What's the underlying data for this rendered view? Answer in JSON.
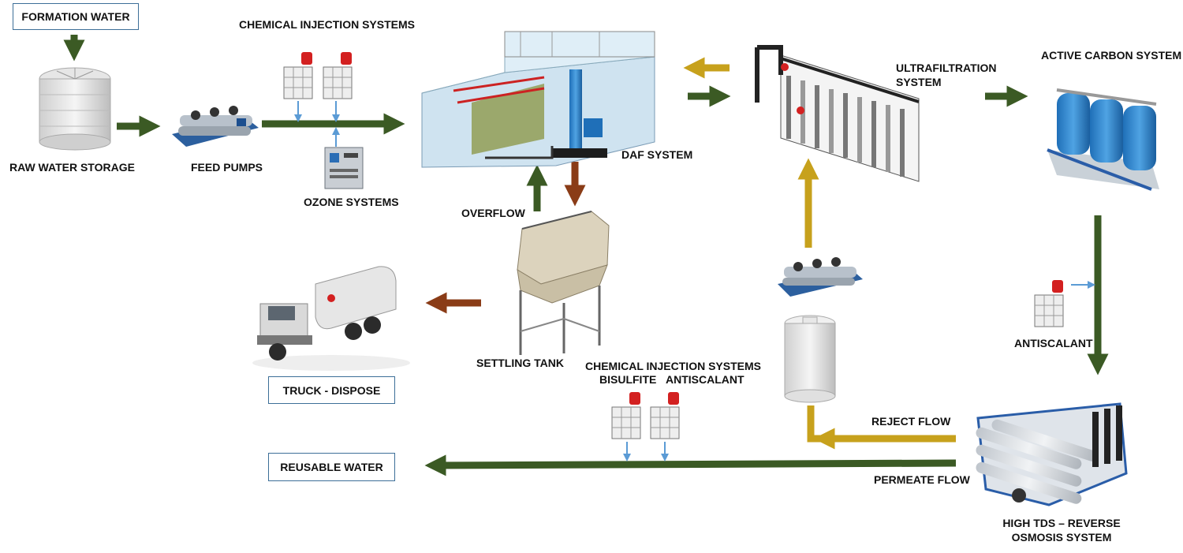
{
  "colors": {
    "main_flow": "#3b5a24",
    "recycle_flow": "#c7a11c",
    "sludge_flow": "#8a3c17",
    "chemical_line": "#5b9bd5",
    "box_border": "#3d6f98"
  },
  "labels": {
    "formation_water": "FORMATION WATER",
    "raw_water_storage": "RAW WATER STORAGE",
    "feed_pumps": "FEED PUMPS",
    "chemical_injection_top": "CHEMICAL INJECTION SYSTEMS",
    "ozone_systems": "OZONE SYSTEMS",
    "daf_system": "DAF SYSTEM",
    "overflow": "OVERFLOW",
    "settling_tank": "SETTLING TANK",
    "truck_dispose": "TRUCK - DISPOSE",
    "ultrafiltration": "ULTRAFILTRATION\nSYSTEM",
    "active_carbon": "ACTIVE CARBON SYSTEM",
    "antiscalant_right": "ANTISCALANT",
    "chemical_injection_bottom": "CHEMICAL INJECTION SYSTEMS",
    "bisulfite": "BISULFITE",
    "antiscalant_bottom": "ANTISCALANT",
    "reject_flow": "REJECT FLOW",
    "permeate_flow": "PERMEATE FLOW",
    "reusable_water": "REUSABLE WATER",
    "high_tds_ro": "HIGH TDS – REVERSE\nOSMOSIS SYSTEM"
  }
}
